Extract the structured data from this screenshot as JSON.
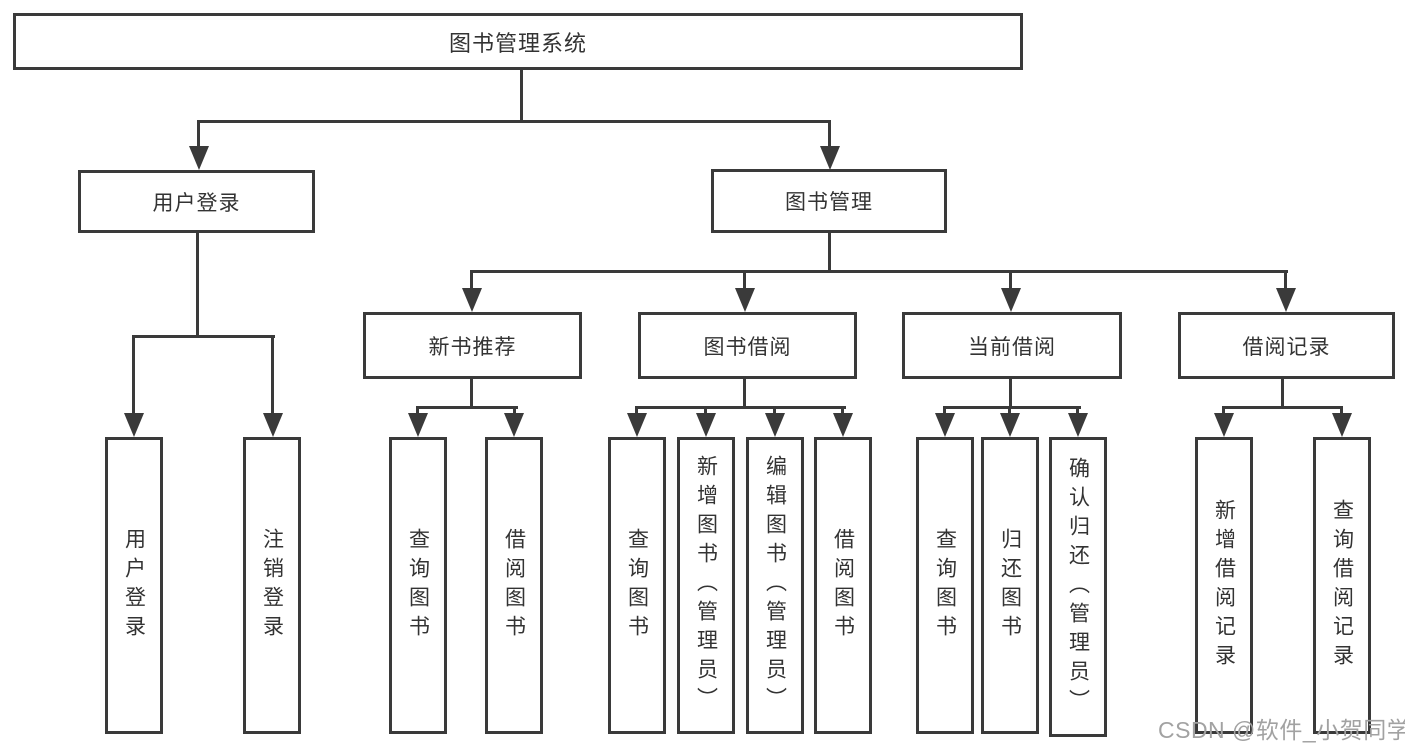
{
  "colors": {
    "line": "#3a3a3a",
    "box_border": "#3a3a3a",
    "box_fill": "#ffffff",
    "text": "#333333",
    "watermark": "#a2a2a2",
    "background": "#ffffff"
  },
  "watermark": {
    "text": "CSDN @软件_小贺同学"
  },
  "tree": {
    "root": {
      "label": "图书管理系统",
      "children": [
        {
          "label": "用户登录",
          "children": [
            {
              "label": "用户登录"
            },
            {
              "label": "注销登录"
            }
          ]
        },
        {
          "label": "图书管理",
          "children": [
            {
              "label": "新书推荐",
              "children": [
                {
                  "label": "查询图书"
                },
                {
                  "label": "借阅图书"
                }
              ]
            },
            {
              "label": "图书借阅",
              "children": [
                {
                  "label": "查询图书"
                },
                {
                  "label": "新增图书（管理员）"
                },
                {
                  "label": "编辑图书（管理员）"
                },
                {
                  "label": "借阅图书"
                }
              ]
            },
            {
              "label": "当前借阅",
              "children": [
                {
                  "label": "查询图书"
                },
                {
                  "label": "归还图书"
                },
                {
                  "label": "确认归还（管理员）"
                }
              ]
            },
            {
              "label": "借阅记录",
              "children": [
                {
                  "label": "新增借阅记录"
                },
                {
                  "label": "查询借阅记录"
                }
              ]
            }
          ]
        }
      ]
    }
  }
}
